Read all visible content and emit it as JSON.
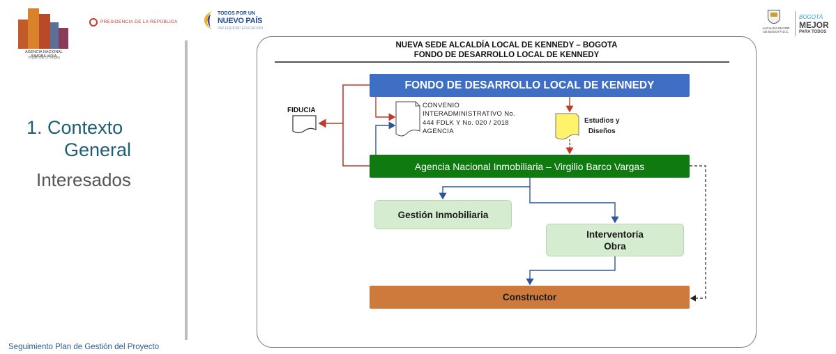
{
  "header": {
    "ani_logo_name": "AGENCIA NACIONAL INMOBILIARIA",
    "ani_logo_sub": "Virgilio Barco Vargas",
    "presidencia": "PRESIDENCIA DE LA REPÚBLICA",
    "todos_line1": "TODOS POR UN",
    "todos_line2": "NUEVO PAÍS",
    "todos_line3": "PAZ EQUIDAD EDUCACIÓN",
    "bogota_shield_caption": "ALCALDÍA MAYOR DE BOGOTÁ D.C.",
    "bogota_line1": "BOGOTÁ",
    "bogota_line2": "MEJOR",
    "bogota_line3": "PARA TODOS"
  },
  "sidebar": {
    "title_line1": "1. Contexto",
    "title_line2": "General",
    "subtitle": "Interesados",
    "footer": "Seguimiento Plan de Gestión del Proyecto"
  },
  "diagram": {
    "title_line1": "NUEVA SEDE ALCALDÍA LOCAL DE KENNEDY – BOGOTA",
    "title_line2": "FONDO DE DESARROLLO LOCAL DE KENNEDY",
    "fondo": "FONDO DE DESARROLLO LOCAL DE KENNEDY",
    "fiducia": "FIDUCIA",
    "convenio_lines": [
      "CONVENIO",
      "INTERADMINISTRATIVO No.",
      "444 FDLK Y  No. 020 / 2018",
      "AGENCIA"
    ],
    "estudios_line1": "Estudios y",
    "estudios_line2": "Diseños",
    "agencia": "Agencia Nacional Inmobiliaria – Virgilio Barco Vargas",
    "gestion": "Gestión Inmobiliaria",
    "interventoria_line1": "Interventoría",
    "interventoria_line2": "Obra",
    "constructor": "Constructor",
    "colors": {
      "fondo": "#3e6fc4",
      "agencia": "#0f7a0f",
      "light_green": "#d6ecd0",
      "constructor": "#cf7a3d",
      "red_arrow": "#c0392b",
      "blue_arrow": "#2f5597"
    }
  }
}
